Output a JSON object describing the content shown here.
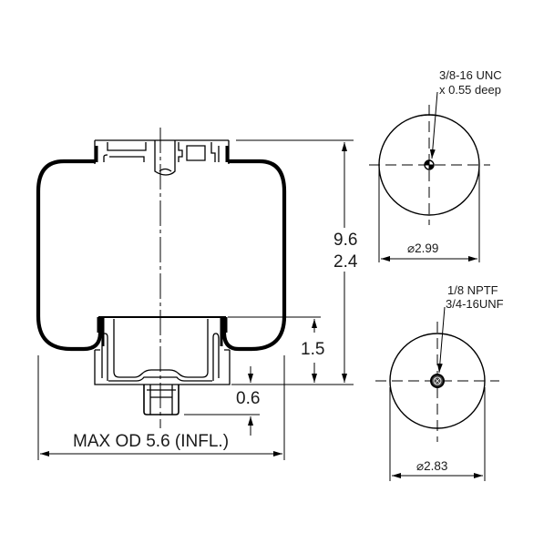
{
  "drawing": {
    "type": "technical-drawing",
    "subject": "air spring / bellows side view with top and bottom plate views",
    "line_color": "#000000",
    "background": "#ffffff"
  },
  "side_view": {
    "height_dim": {
      "max": "9.6",
      "min": "2.4"
    },
    "piston_height_dim": "1.5",
    "stud_length_dim": "0.6",
    "max_od_label": "MAX OD 5.6 (INFL.)"
  },
  "top_view": {
    "thread_note_line1": "3/8-16 UNC",
    "thread_note_line2": "x 0.55 deep",
    "diameter_symbol": "⌀",
    "diameter_value": "2.99"
  },
  "bottom_view": {
    "thread_note_line1": "1/8 NPTF",
    "thread_note_line2": "3/4-16UNF",
    "diameter_symbol": "⌀",
    "diameter_value": "2.83"
  }
}
